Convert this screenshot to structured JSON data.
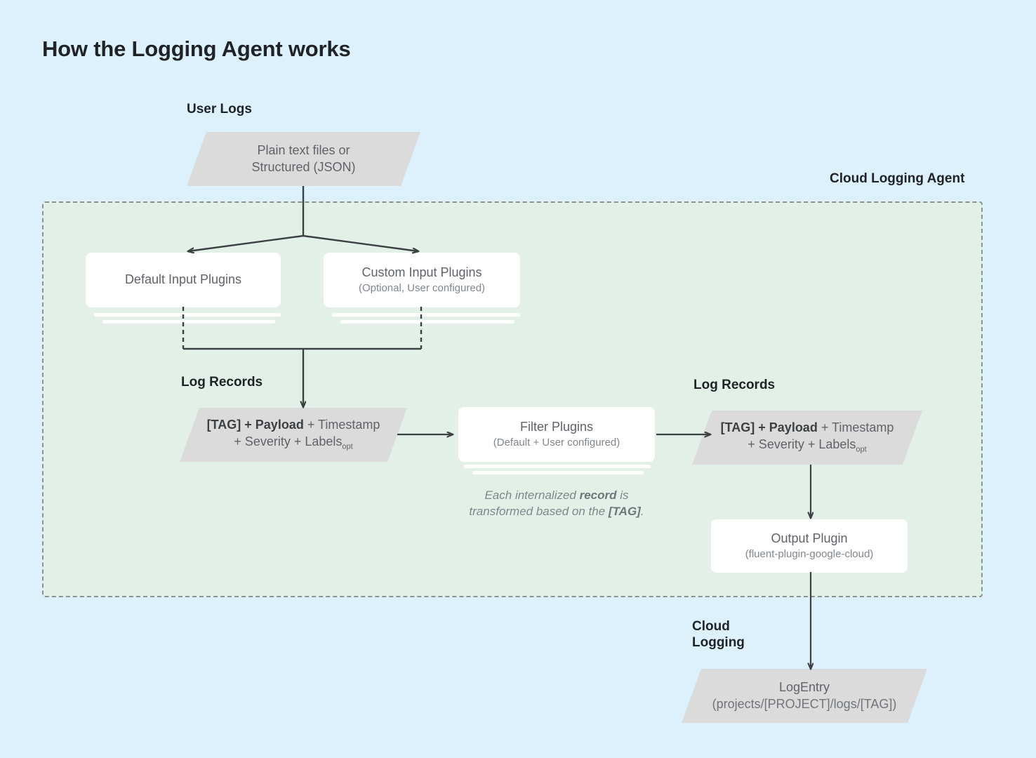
{
  "page": {
    "title": "How the Logging Agent works",
    "background_color": "#dcf1fc"
  },
  "labels": {
    "user_logs": "User Logs",
    "cloud_logging_agent": "Cloud Logging Agent",
    "log_records_left": "Log Records",
    "log_records_right": "Log Records",
    "cloud_logging_line1": "Cloud",
    "cloud_logging_line2": "Logging"
  },
  "nodes": {
    "user_logs_source": {
      "line1": "Plain text files or",
      "line2": "Structured (JSON)",
      "shape": "parallelogram",
      "fill": "#dcdbdb"
    },
    "default_input_plugins": {
      "title": "Default Input Plugins",
      "subtitle": "",
      "shape": "card",
      "fill": "#ffffff",
      "stacked": true
    },
    "custom_input_plugins": {
      "title": "Custom Input Plugins",
      "subtitle": "(Optional, User configured)",
      "shape": "card",
      "fill": "#ffffff",
      "stacked": true
    },
    "log_record_left": {
      "bold_part": "[TAG] + Payload",
      "rest_line1": " + Timestamp",
      "line2_prefix": "+ Severity + Labels",
      "line2_sub": "opt",
      "shape": "parallelogram",
      "fill": "#dcdbdb"
    },
    "filter_plugins": {
      "title": "Filter Plugins",
      "subtitle": "(Default + User configured)",
      "shape": "card",
      "fill": "#ffffff",
      "stacked": true
    },
    "log_record_right": {
      "bold_part": "[TAG] + Payload",
      "rest_line1": " + Timestamp",
      "line2_prefix": "+ Severity + Labels",
      "line2_sub": "opt",
      "shape": "parallelogram",
      "fill": "#dcdbdb"
    },
    "output_plugin": {
      "title": "Output Plugin",
      "subtitle": "(fluent-plugin-google-cloud)",
      "shape": "card",
      "fill": "#ffffff",
      "stacked": false
    },
    "log_entry": {
      "title": "LogEntry",
      "subtitle": "(projects/[PROJECT]/logs/[TAG])",
      "shape": "parallelogram",
      "fill": "#dcdbdb"
    }
  },
  "caption": {
    "part1": "Each internalized ",
    "bold1": "record",
    "part2": " is",
    "part3": "transformed based on the ",
    "bold2": "[TAG]",
    "part4": "."
  },
  "colors": {
    "background": "#dcf1fc",
    "agent_panel": "#e2f0e8",
    "agent_border": "#8a9299",
    "shape_gray": "#dcdbdb",
    "card_white": "#ffffff",
    "connector": "#3c4043",
    "text_dark": "#1f2326",
    "text_muted": "#5f6368"
  }
}
